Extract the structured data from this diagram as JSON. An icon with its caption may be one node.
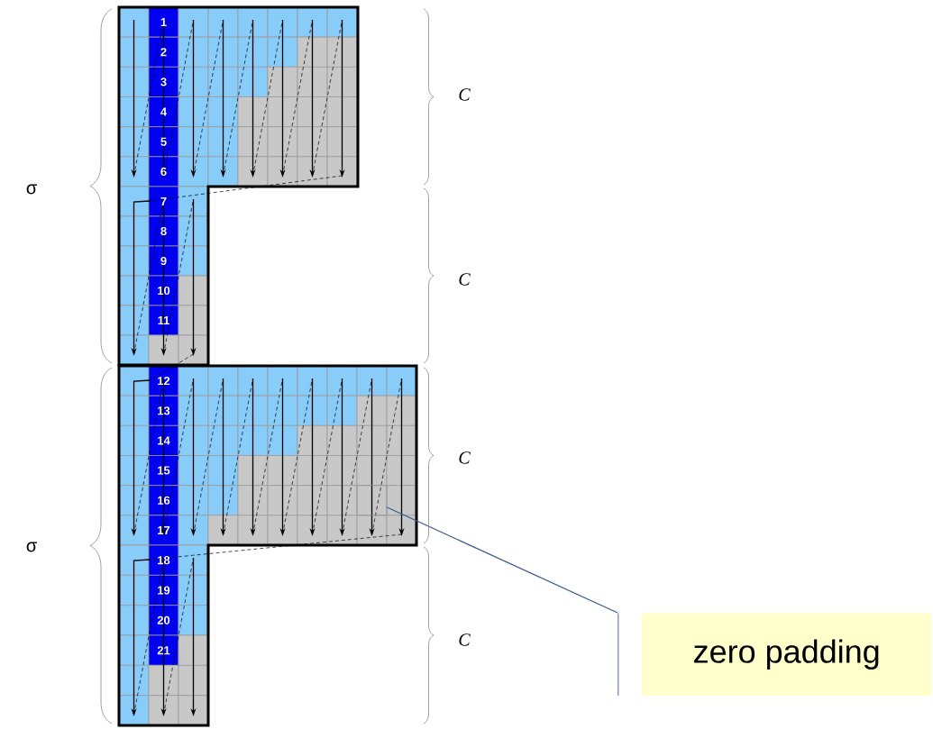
{
  "diagram": {
    "nodes": [
      {
        "text": [
          "zero padding"
        ]
      },
      {
        "text": [],
        "shape": "box"
      }
    ],
    "edges": [
      {
        "from": 0,
        "to": 1,
        "arrow": "none"
      }
    ],
    "labels": [
      "1",
      "2",
      "3",
      "4",
      "5",
      "6",
      "7",
      "8",
      "9",
      "10",
      "11",
      "12",
      "13",
      "14",
      "15",
      "16",
      "17",
      "18",
      "19",
      "20",
      "21",
      "C",
      "σ",
      "C",
      "C",
      "σ",
      "C"
    ]
  }
}
